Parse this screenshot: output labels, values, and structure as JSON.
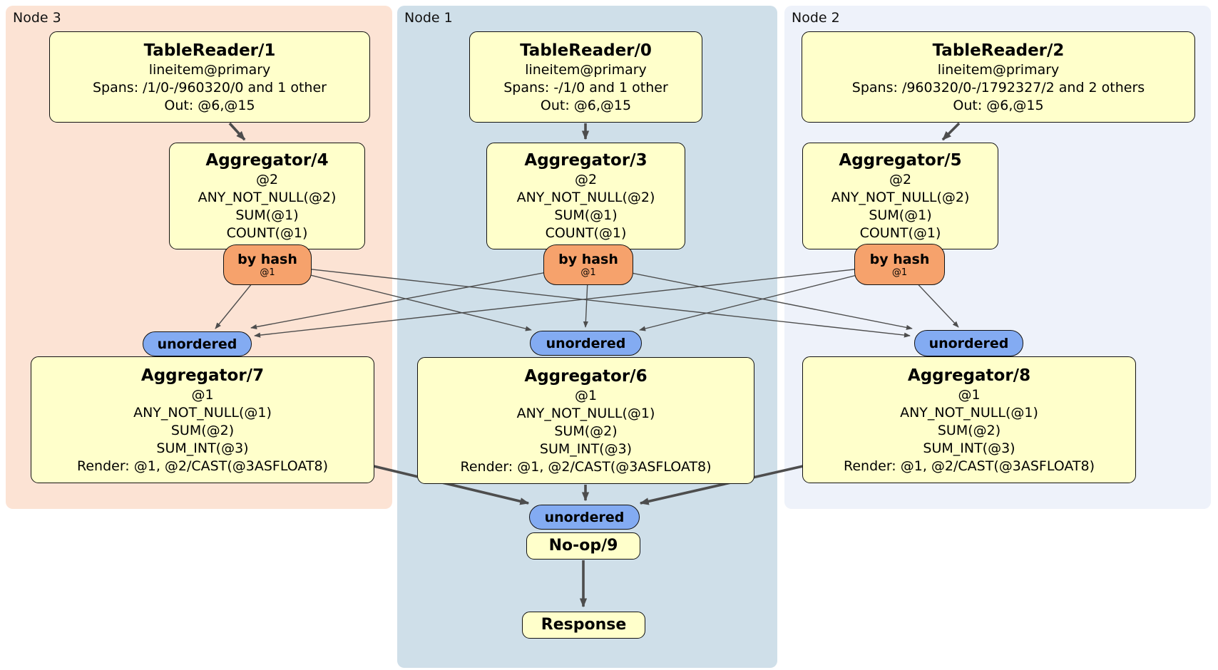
{
  "regions": {
    "node3": {
      "label": "Node 3"
    },
    "node1": {
      "label": "Node 1"
    },
    "node2": {
      "label": "Node 2"
    }
  },
  "processors": {
    "tr1": {
      "title": "TableReader/1",
      "lines": [
        "lineitem@primary",
        "Spans: /1/0-/960320/0 and 1 other",
        "Out: @6,@15"
      ]
    },
    "tr0": {
      "title": "TableReader/0",
      "lines": [
        "lineitem@primary",
        "Spans: -/1/0 and 1 other",
        "Out: @6,@15"
      ]
    },
    "tr2": {
      "title": "TableReader/2",
      "lines": [
        "lineitem@primary",
        "Spans: /960320/0-/1792327/2 and 2 others",
        "Out: @6,@15"
      ]
    },
    "agg4": {
      "title": "Aggregator/4",
      "lines": [
        "@2",
        "ANY_NOT_NULL(@2)",
        "SUM(@1)",
        "COUNT(@1)"
      ]
    },
    "agg3": {
      "title": "Aggregator/3",
      "lines": [
        "@2",
        "ANY_NOT_NULL(@2)",
        "SUM(@1)",
        "COUNT(@1)"
      ]
    },
    "agg5": {
      "title": "Aggregator/5",
      "lines": [
        "@2",
        "ANY_NOT_NULL(@2)",
        "SUM(@1)",
        "COUNT(@1)"
      ]
    },
    "agg7": {
      "title": "Aggregator/7",
      "lines": [
        "@1",
        "ANY_NOT_NULL(@1)",
        "SUM(@2)",
        "SUM_INT(@3)",
        "Render: @1, @2/CAST(@3ASFLOAT8)"
      ]
    },
    "agg6": {
      "title": "Aggregator/6",
      "lines": [
        "@1",
        "ANY_NOT_NULL(@1)",
        "SUM(@2)",
        "SUM_INT(@3)",
        "Render: @1, @2/CAST(@3ASFLOAT8)"
      ]
    },
    "agg8": {
      "title": "Aggregator/8",
      "lines": [
        "@1",
        "ANY_NOT_NULL(@1)",
        "SUM(@2)",
        "SUM_INT(@3)",
        "Render: @1, @2/CAST(@3ASFLOAT8)"
      ]
    },
    "noop": {
      "title": "No-op/9"
    },
    "response": {
      "title": "Response"
    }
  },
  "routers": {
    "node3": {
      "label": "by hash",
      "detail": "@1"
    },
    "node1": {
      "label": "by hash",
      "detail": "@1"
    },
    "node2": {
      "label": "by hash",
      "detail": "@1"
    }
  },
  "syncs": {
    "node3": {
      "label": "unordered"
    },
    "node1": {
      "label": "unordered"
    },
    "node2": {
      "label": "unordered"
    },
    "final": {
      "label": "unordered"
    }
  },
  "colors": {
    "node3_bg": "#fce3d4",
    "node1_bg": "#cfdfe9",
    "node2_bg": "#eef2fa",
    "box_bg": "#ffffcb",
    "router_bg": "#f6a26c",
    "sync_bg": "#83abf2",
    "edge_color": "#4d4d4d"
  }
}
